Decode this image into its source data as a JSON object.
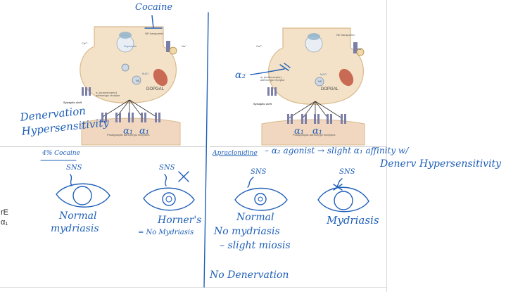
{
  "page_margin_text": [
    "rE",
    "α₁"
  ],
  "left_diagram": {
    "annotation_top": "Cocaine",
    "annotation_side": [
      "Denervation",
      "Hypersensitivity"
    ],
    "receptor_labels": [
      "α₁",
      "α₁"
    ],
    "figure_labels": {
      "ne_transporter": "NE transporter",
      "dopamine": "Dopamine",
      "ne": "NE",
      "mao": "MAO",
      "dopgal": "DOPGAL",
      "auto_receptor": "α₂ (autoreceptor) adrenergic receptor",
      "synaptic_cleft": "Synaptic cleft",
      "postsynaptic": "Postsynaptic adrenergic receptors",
      "ca": "Ca²⁺",
      "na": "Na⁺"
    }
  },
  "right_diagram": {
    "annotation_side": "α₂",
    "receptor_labels": [
      "α₁",
      "α₁"
    ],
    "figure_labels": {
      "ne_transporter": "NE transporter",
      "ne": "NE",
      "mao": "MAO",
      "dopgal": "DOPGAL",
      "auto_receptor": "α₂ (autoreceptor) adrenergic receptor",
      "synaptic_cleft": "Synaptic cleft",
      "postsynaptic": "Postsynaptic adrenergic receptors",
      "ca": "Ca²⁺",
      "na": "Na⁺"
    }
  },
  "cocaine_test": {
    "heading": "4% Cocaine",
    "eyes": [
      {
        "sns_label": "SNS",
        "caption": [
          "Normal",
          "mydriasis"
        ]
      },
      {
        "sns_label": "SNS",
        "caption": [
          "Horner's",
          "= No Mydriasis"
        ]
      }
    ]
  },
  "apraclonidine_test": {
    "heading": "Apraclonidine",
    "description": "– α₂ agonist → slight α₁ affinity w/",
    "description_line2": "Denerv Hypersensitivity",
    "eyes": [
      {
        "sns_label": "SNS",
        "caption": [
          "Normal",
          "No mydriasis",
          "– slight miosis"
        ]
      },
      {
        "sns_label": "SNS",
        "caption": [
          "Mydriasis"
        ]
      }
    ],
    "footer": "No Denervation"
  },
  "colors": {
    "ink": "#1f5fb8",
    "neuron_fill": "#f4e2c8",
    "neuron_edge": "#d9b98a",
    "postsyn_fill": "#f1d7bf",
    "receptor": "#7b7fa8",
    "mao": "#c96a55"
  }
}
